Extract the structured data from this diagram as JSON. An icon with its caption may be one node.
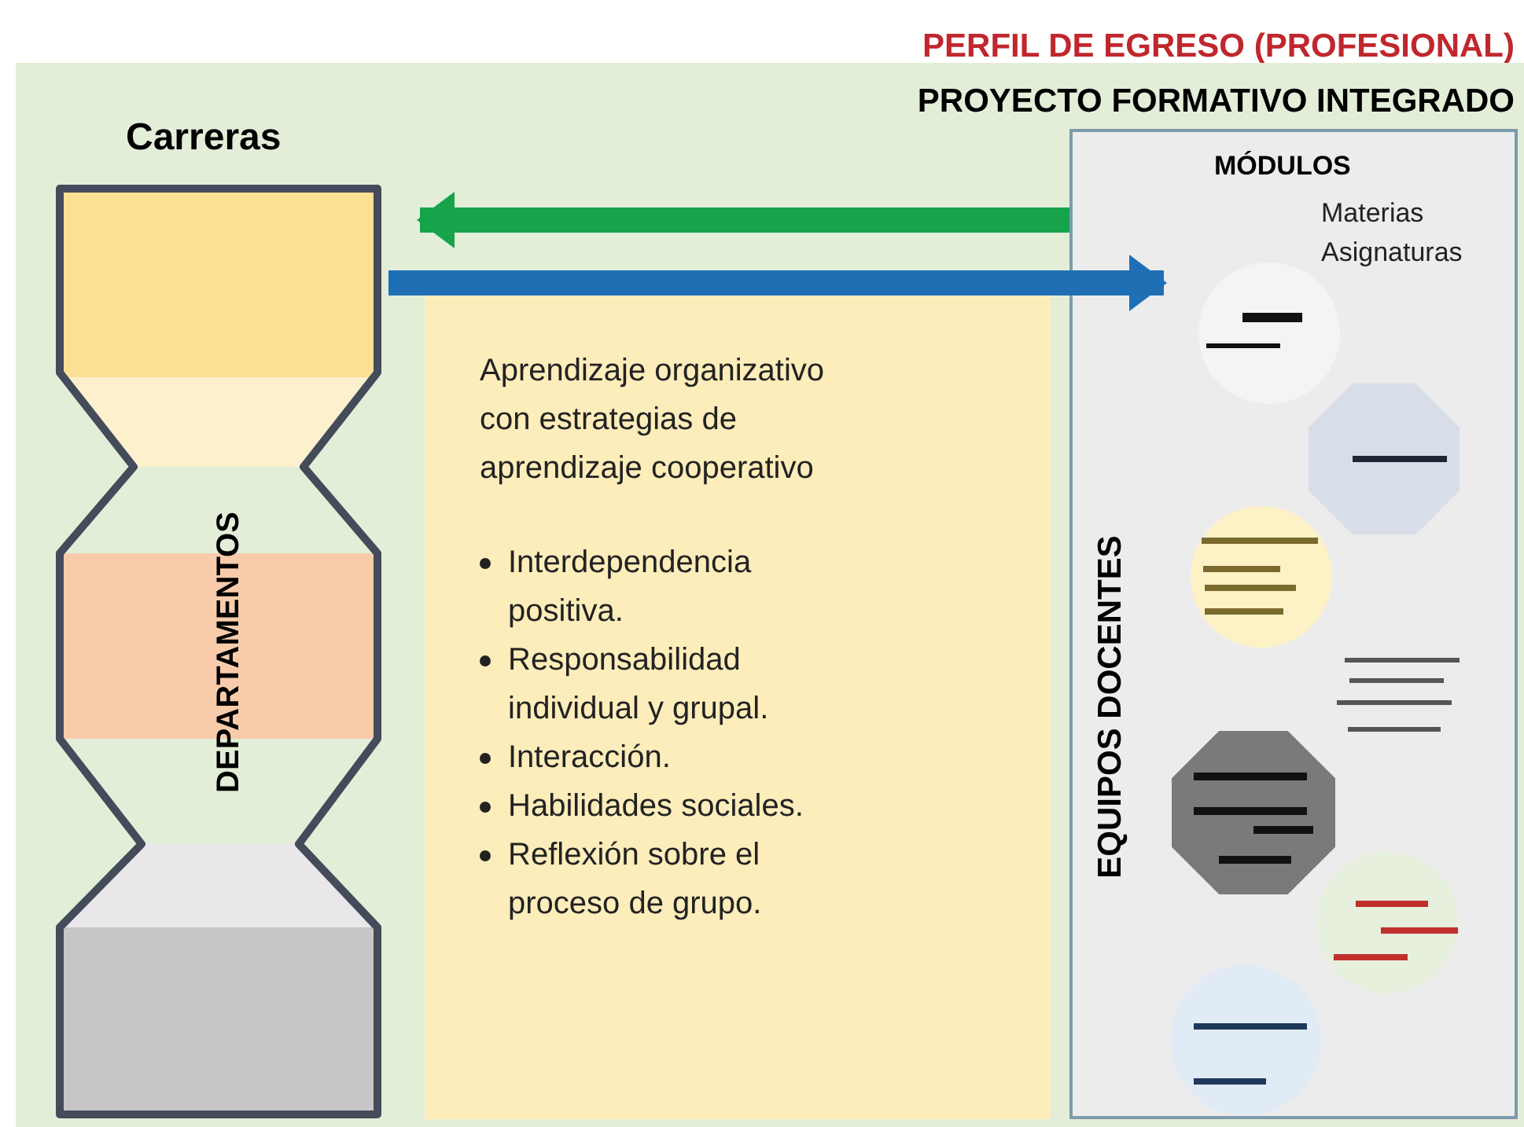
{
  "diagram": {
    "title": "PERFIL DE EGRESO (PROFESIONAL)",
    "nodes": [
      {
        "text": [
          "Carreras",
          "DEPARTAMENTOS"
        ]
      },
      {
        "text": [
          "Aprendizaje organizativo con estrategias de aprendizaje cooperativo",
          "Interdependencia positiva.",
          "Responsabilidad individual y grupal.",
          "Interacción.",
          "Habilidades sociales.",
          "Reflexión sobre el proceso de grupo."
        ]
      },
      {
        "text": [
          "MÓDULOS",
          "Materias",
          "Asignaturas",
          "EQUIPOS DOCENTES"
        ]
      },
      {
        "text": [],
        "shape": "circle",
        "in": 2
      },
      {
        "text": [],
        "shape": "octagon",
        "in": 2
      },
      {
        "text": [],
        "shape": "circle",
        "in": 2
      },
      {
        "text": [],
        "shape": "picture",
        "in": 2
      },
      {
        "text": [],
        "shape": "octagon",
        "in": 2
      },
      {
        "text": [],
        "shape": "circle",
        "in": 2
      },
      {
        "text": [],
        "shape": "circle",
        "in": 2
      }
    ],
    "edges": [
      {
        "from": 2,
        "to": 0,
        "arrow": "to",
        "color": "#16a34a"
      },
      {
        "from": 0,
        "to": 3,
        "arrow": "to",
        "color": "#1f6fb5"
      }
    ],
    "labels": [
      "PROYECTO FORMATIVO INTEGRADO"
    ]
  }
}
